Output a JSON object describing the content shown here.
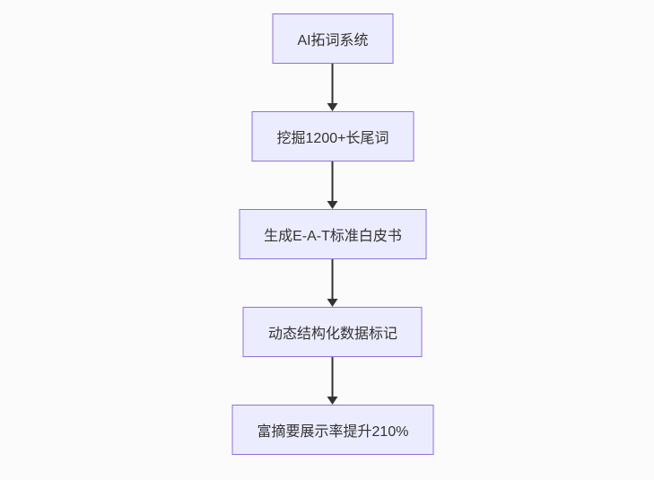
{
  "diagram": {
    "type": "flowchart",
    "direction": "top-down",
    "nodes": [
      {
        "id": "step-1",
        "label": "AI拓词系统"
      },
      {
        "id": "step-2",
        "label": "挖掘1200+长尾词"
      },
      {
        "id": "step-3",
        "label": "生成E-A-T标准白皮书"
      },
      {
        "id": "step-4",
        "label": "动态结构化数据标记"
      },
      {
        "id": "step-5",
        "label": "富摘要展示率提升210%"
      }
    ],
    "edges": [
      {
        "from": "step-1",
        "to": "step-2"
      },
      {
        "from": "step-2",
        "to": "step-3"
      },
      {
        "from": "step-3",
        "to": "step-4"
      },
      {
        "from": "step-4",
        "to": "step-5"
      }
    ],
    "colors": {
      "node_fill": "#ECECFF",
      "node_border": "#9370DB",
      "arrow": "#333333",
      "text": "#333333",
      "background": "#fbfbfb"
    }
  }
}
